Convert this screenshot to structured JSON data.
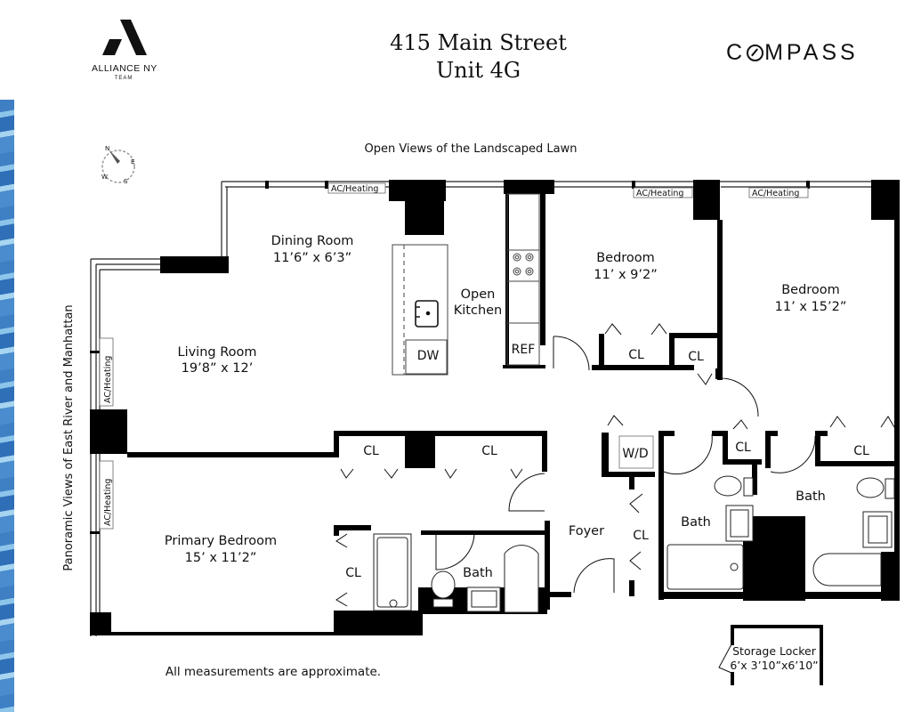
{
  "header": {
    "left_logo": {
      "icon": "alliance-a-logo-icon",
      "brand": "ALLIANCE NY",
      "sub": "TEAM"
    },
    "title_line1": "415 Main Street",
    "title_line2": "Unit 4G",
    "right_logo": {
      "pre": "C",
      "post": "MPASS",
      "full": "COMPASS"
    }
  },
  "compass": {
    "icon": "compass-rose-icon",
    "labels": [
      "N",
      "E",
      "S",
      "W"
    ]
  },
  "views": {
    "top": "Open Views of the Landscaped Lawn",
    "left": "Panoramic Views of East River and Manhattan"
  },
  "ac_label": "AC/Heating",
  "rooms": {
    "dining": {
      "name": "Dining Room",
      "size": "11’6” x 6’3”"
    },
    "living": {
      "name": "Living Room",
      "size": "19’8” x 12’"
    },
    "kitchen": {
      "name_line1": "Open",
      "name_line2": "Kitchen"
    },
    "bedroom2": {
      "name": "Bedroom",
      "size": "11’ x 9’2”"
    },
    "bedroom3": {
      "name": "Bedroom",
      "size": "11’ x 15’2”"
    },
    "primary": {
      "name": "Primary Bedroom",
      "size": "15’ x 11’2”"
    },
    "foyer": {
      "name": "Foyer"
    },
    "bath_primary": {
      "name": "Bath"
    },
    "bath_hall": {
      "name": "Bath"
    },
    "bath_bedroom3": {
      "name": "Bath"
    }
  },
  "fixtures": {
    "dishwasher": "DW",
    "refrigerator": "REF",
    "washer_dryer": "W/D",
    "closet": "CL"
  },
  "storage": {
    "name": "Storage Locker",
    "size": "6’x 3’10”x6’10”"
  },
  "footer_note": "All measurements are approximate.",
  "colors": {
    "wall": "#000000",
    "window": "#555555",
    "water_primary": "#3f7fc4",
    "water_light": "#a7d4f0",
    "fixture_outline": "#333333"
  }
}
